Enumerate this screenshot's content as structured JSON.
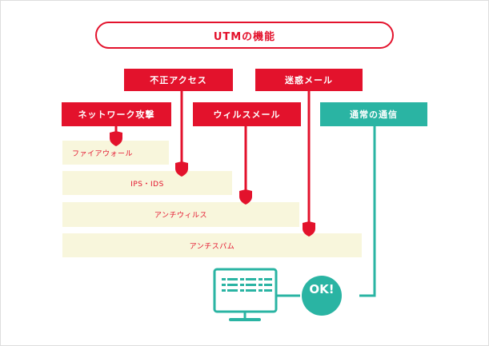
{
  "title": "UTMの機能",
  "threats": {
    "fusei_access": "不正アクセス",
    "meiwaku_mail": "迷惑メール",
    "network_attack": "ネットワーク攻撃",
    "virus_mail": "ウィルスメール"
  },
  "normal_traffic": "通常の通信",
  "layers": {
    "firewall": "ファイアウォール",
    "ips_ids": "IPS・IDS",
    "antivirus": "アンチウィルス",
    "antispam": "アンチスパム"
  },
  "result": "OK!",
  "colors": {
    "threat_red": "#e3122c",
    "safe_teal": "#2ab4a3",
    "layer_bg": "#f8f6dc"
  },
  "icons": [
    "shield-icon",
    "computer-monitor-icon"
  ]
}
